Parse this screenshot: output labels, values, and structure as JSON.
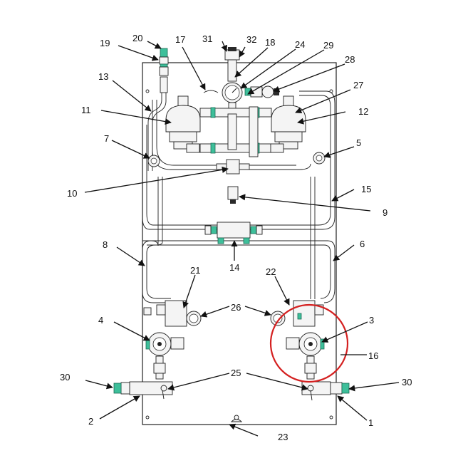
{
  "diagram": {
    "callouts": [
      {
        "id": "1",
        "text": "1"
      },
      {
        "id": "2",
        "text": "2"
      },
      {
        "id": "3",
        "text": "3"
      },
      {
        "id": "4",
        "text": "4"
      },
      {
        "id": "5",
        "text": "5"
      },
      {
        "id": "6",
        "text": "6"
      },
      {
        "id": "7",
        "text": "7"
      },
      {
        "id": "8",
        "text": "8"
      },
      {
        "id": "9",
        "text": "9"
      },
      {
        "id": "10",
        "text": "10"
      },
      {
        "id": "11",
        "text": "11"
      },
      {
        "id": "12",
        "text": "12"
      },
      {
        "id": "13",
        "text": "13"
      },
      {
        "id": "14",
        "text": "14"
      },
      {
        "id": "15",
        "text": "15"
      },
      {
        "id": "16",
        "text": "16"
      },
      {
        "id": "17",
        "text": "17"
      },
      {
        "id": "18",
        "text": "18"
      },
      {
        "id": "19",
        "text": "19"
      },
      {
        "id": "20",
        "text": "20"
      },
      {
        "id": "21",
        "text": "21"
      },
      {
        "id": "22",
        "text": "22"
      },
      {
        "id": "23",
        "text": "23"
      },
      {
        "id": "24",
        "text": "24"
      },
      {
        "id": "25",
        "text": "25"
      },
      {
        "id": "26",
        "text": "26"
      },
      {
        "id": "27",
        "text": "27"
      },
      {
        "id": "28",
        "text": "28"
      },
      {
        "id": "29",
        "text": "29"
      },
      {
        "id": "30a",
        "text": "30"
      },
      {
        "id": "30b",
        "text": "30"
      },
      {
        "id": "31",
        "text": "31"
      },
      {
        "id": "32",
        "text": "32"
      }
    ],
    "colors": {
      "line": "#111111",
      "fitting_accent": "#3dbf9a",
      "highlight_circle": "#d42020",
      "panel_fill": "#ffffff"
    }
  }
}
